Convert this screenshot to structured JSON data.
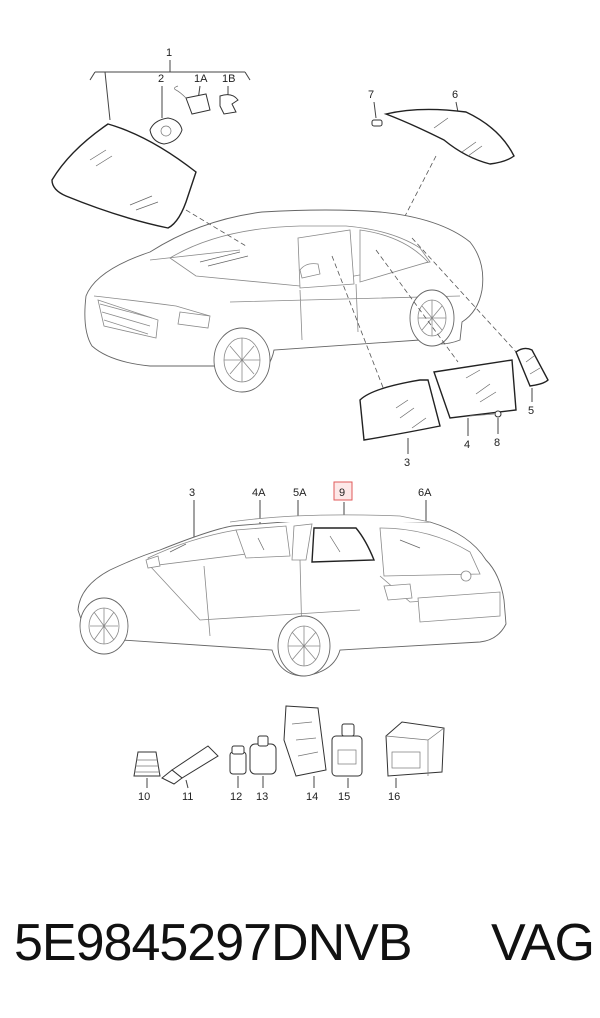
{
  "callouts": {
    "c1": "1",
    "c2": "2",
    "c1A": "1A",
    "c1B": "1B",
    "c7": "7",
    "c6": "6",
    "c3": "3",
    "c4": "4",
    "c5": "5",
    "c8": "8",
    "w3": "3",
    "w4A": "4A",
    "w5A": "5A",
    "w9": "9",
    "w6A": "6A",
    "p10": "10",
    "p11": "11",
    "p12": "12",
    "p13": "13",
    "p14": "14",
    "p15": "15",
    "p16": "16"
  },
  "highlight_color": "#e05a5a",
  "caption": {
    "part_number": "5E9845297DNVB",
    "brand": "VAG"
  }
}
